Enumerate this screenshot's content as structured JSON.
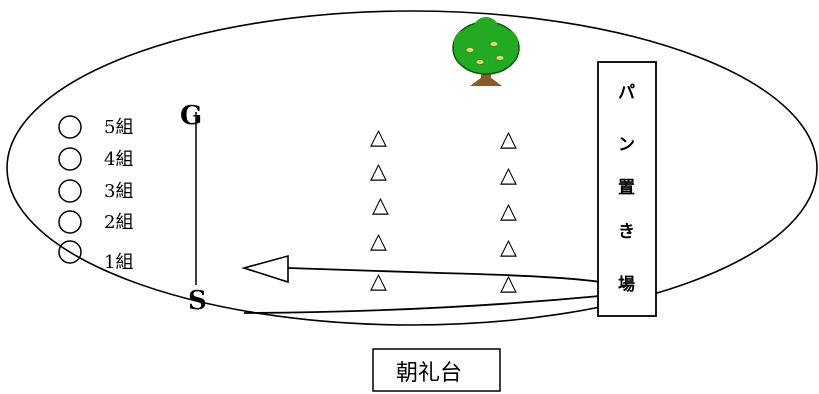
{
  "classes": [
    {
      "label": "5組"
    },
    {
      "label": "4組"
    },
    {
      "label": "3組"
    },
    {
      "label": "2組"
    },
    {
      "label": "1組"
    }
  ],
  "markers": {
    "goal": "G",
    "start": "S"
  },
  "triangle_symbol": "△",
  "circle_symbol": "○",
  "bread_station": {
    "chars": [
      "パ",
      "ン",
      "置",
      "き",
      "場"
    ]
  },
  "podium": {
    "label": "朝礼台"
  },
  "colors": {
    "tree_canopy": "#22aa22",
    "tree_trunk": "#8b5a2b",
    "tree_spots": "#c8e65a",
    "line": "#000000"
  }
}
